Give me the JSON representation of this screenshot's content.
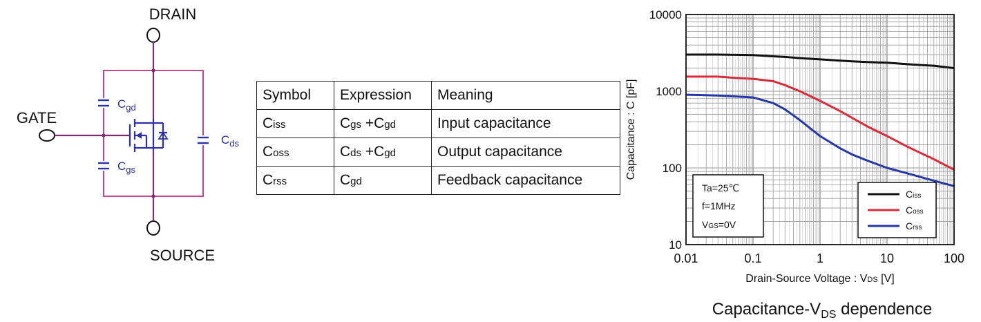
{
  "circuit": {
    "drain_label": "DRAIN",
    "gate_label": "GATE",
    "source_label": "SOURCE",
    "cgd": {
      "main": "C",
      "sub": "gd"
    },
    "cgs": {
      "main": "C",
      "sub": "gs"
    },
    "cds": {
      "main": "C",
      "sub": "ds"
    },
    "colors": {
      "wire": "#7b2d6e",
      "frame": "#c9468f",
      "component": "#2b2fa8"
    }
  },
  "table": {
    "headers": [
      "Symbol",
      "Expression",
      "Meaning"
    ],
    "rows": [
      {
        "symbol": {
          "main": "C",
          "sub": "iss"
        },
        "expression": {
          "a": "C",
          "a_sub": "gs",
          "op": " +",
          "b": "C",
          "b_sub": "gd"
        },
        "meaning": "Input capacitance"
      },
      {
        "symbol": {
          "main": "C",
          "sub": "oss"
        },
        "expression": {
          "a": "C",
          "a_sub": "ds",
          "op": " +",
          "b": "C",
          "b_sub": "gd"
        },
        "meaning": "Output capacitance"
      },
      {
        "symbol": {
          "main": "C",
          "sub": "rss"
        },
        "expression": {
          "a": "C",
          "a_sub": "gd",
          "op": "",
          "b": "",
          "b_sub": ""
        },
        "meaning": "Feedback capacitance"
      }
    ]
  },
  "chart_data": {
    "type": "line",
    "title": {
      "main": "Capacitance-V",
      "sub": "DS",
      "rest": " dependence"
    },
    "xlabel": {
      "main": "Drain-Source Voltage : V",
      "sub": "DS",
      "rest": " [V]"
    },
    "ylabel": "Capacitance : C [pF]",
    "x_scale": "log",
    "y_scale": "log",
    "xlim": [
      0.01,
      100
    ],
    "ylim": [
      10,
      10000
    ],
    "x_ticks": [
      "0.01",
      "0.1",
      "1",
      "10",
      "100"
    ],
    "y_ticks": [
      "10",
      "100",
      "1000",
      "10000"
    ],
    "grid": true,
    "conditions": [
      "Ta=25℃",
      "f=1MHz",
      {
        "main": "V",
        "sub": "GS",
        "rest": "=0V"
      }
    ],
    "legend_position": "bottom-right",
    "series": [
      {
        "name": {
          "main": "C",
          "sub": "iss"
        },
        "color": "#111111",
        "x": [
          0.01,
          0.03,
          0.1,
          0.2,
          0.3,
          0.5,
          1,
          2,
          3,
          5,
          10,
          20,
          30,
          50,
          100
        ],
        "y": [
          3000,
          3000,
          2950,
          2850,
          2800,
          2700,
          2600,
          2500,
          2450,
          2400,
          2350,
          2250,
          2200,
          2150,
          2000
        ]
      },
      {
        "name": {
          "main": "C",
          "sub": "oss"
        },
        "color": "#d92b3a",
        "x": [
          0.01,
          0.03,
          0.05,
          0.1,
          0.2,
          0.3,
          0.5,
          1,
          2,
          3,
          5,
          10,
          20,
          30,
          50,
          100
        ],
        "y": [
          1550,
          1550,
          1500,
          1450,
          1350,
          1200,
          1000,
          750,
          550,
          450,
          350,
          260,
          190,
          160,
          130,
          95
        ]
      },
      {
        "name": {
          "main": "C",
          "sub": "rss"
        },
        "color": "#2637a6",
        "x": [
          0.01,
          0.03,
          0.1,
          0.2,
          0.3,
          0.5,
          1,
          2,
          3,
          5,
          10,
          20,
          30,
          50,
          100
        ],
        "y": [
          900,
          880,
          830,
          700,
          580,
          420,
          260,
          180,
          150,
          125,
          100,
          85,
          77,
          68,
          58
        ]
      }
    ]
  }
}
